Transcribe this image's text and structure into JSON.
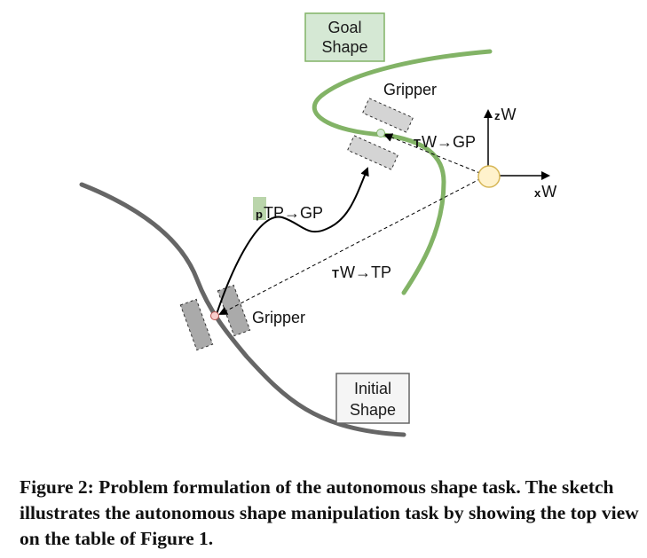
{
  "diagram": {
    "goal_shape_box": {
      "line1": "Goal",
      "line2": "Shape",
      "fill": "#d5e8d4",
      "stroke": "#82b366"
    },
    "initial_shape_box": {
      "line1": "Initial",
      "line2": "Shape",
      "fill": "#f5f5f5",
      "stroke": "#666666"
    },
    "gripper_top_label": "Gripper",
    "gripper_bottom_label": "Gripper",
    "transform_w_gp": {
      "symbol": "T",
      "subscript": "W→GP"
    },
    "transform_w_tp": {
      "symbol": "T",
      "subscript": "W→TP"
    },
    "translation_tp_gp": {
      "symbol": "p",
      "subscript": "TP→GP"
    },
    "axis_z": {
      "symbol": "z",
      "subscript": "W"
    },
    "axis_x": {
      "symbol": "x",
      "subscript": "W"
    },
    "colors": {
      "goal_curve": "#82b366",
      "initial_curve": "#666666",
      "gripper_fill": "#d4d4d4",
      "world_origin": "#fff2cc",
      "world_origin_stroke": "#d6b656",
      "target_point": "#d5e8d4",
      "tool_point": "#f8cecc"
    },
    "icons": {
      "gripper": "gripper-rectangle-icon",
      "origin": "world-origin-circle-icon"
    }
  },
  "caption": {
    "label": "Figure 2:",
    "text": "Problem formulation of the autonomous shape task. The sketch illustrates the autonomous shape manipulation task by showing the top view on the table of Figure 1."
  }
}
